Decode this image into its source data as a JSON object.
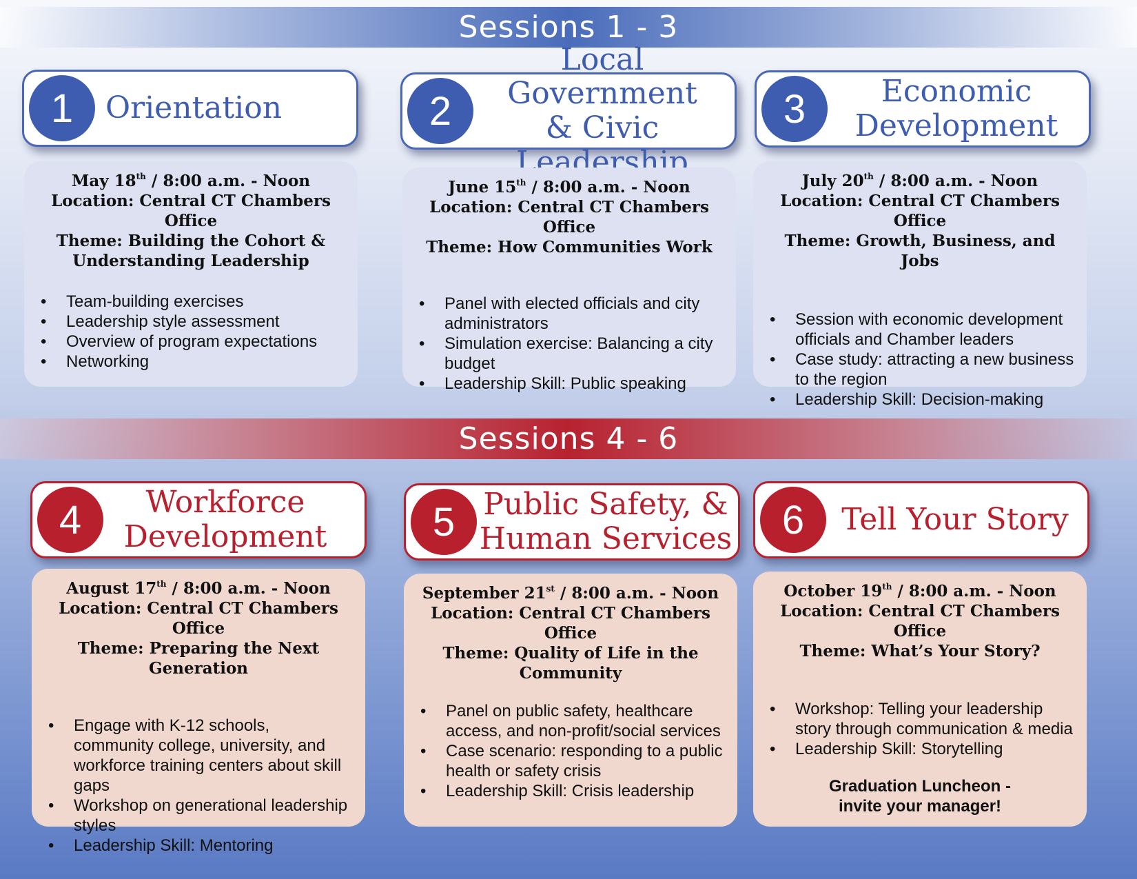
{
  "bands": {
    "top": "Sessions 1 - 3",
    "bottom": "Sessions 4 - 6"
  },
  "sessions": [
    {
      "number": "1",
      "title": [
        "Orientation"
      ],
      "date": "May 18",
      "date_suffix": "th",
      "time": " / 8:00 a.m. - Noon",
      "location": "Location: Central CT Chambers Office",
      "theme": [
        "Theme: Building the Cohort &",
        "Understanding Leadership"
      ],
      "bullets": [
        "Team-building exercises",
        "Leadership style assessment",
        "Overview of program expectations",
        "Networking"
      ]
    },
    {
      "number": "2",
      "title": [
        "Local Government",
        "& Civic Leadership"
      ],
      "date": "June 15",
      "date_suffix": "th",
      "time": " / 8:00 a.m. - Noon",
      "location": "Location: Central CT Chambers Office",
      "theme": [
        "Theme: How Communities Work"
      ],
      "bullets": [
        "Panel with elected officials and city administrators",
        "Simulation exercise: Balancing a city budget",
        "Leadership Skill: Public speaking"
      ]
    },
    {
      "number": "3",
      "title": [
        "Economic",
        "Development"
      ],
      "date": "July 20",
      "date_suffix": "th",
      "time": " / 8:00 a.m. - Noon",
      "location": "Location: Central CT Chambers Office",
      "theme": [
        "Theme: Growth, Business, and Jobs"
      ],
      "bullets": [
        "Session with economic development officials and Chamber leaders",
        "Case study: attracting a new business to the region",
        "Leadership Skill: Decision-making"
      ]
    },
    {
      "number": "4",
      "title": [
        "Workforce",
        "Development"
      ],
      "date": "August 17",
      "date_suffix": "th",
      "time": " / 8:00 a.m. - Noon",
      "location": "Location: Central CT Chambers Office",
      "theme": [
        "Theme: Preparing the Next Generation"
      ],
      "bullets": [
        "Engage with K-12 schools, community college, university, and workforce training centers about skill gaps",
        "Workshop on generational leadership styles",
        "Leadership Skill: Mentoring"
      ]
    },
    {
      "number": "5",
      "title": [
        "Public Safety, &",
        "Human Services"
      ],
      "date": "September 21",
      "date_suffix": "st",
      "time": " / 8:00 a.m. - Noon",
      "location": "Location: Central CT Chambers Office",
      "theme": [
        "Theme: Quality of Life in the",
        "Community"
      ],
      "bullets": [
        "Panel on public safety, healthcare access, and non-profit/social services",
        "Case scenario: responding to a public health or safety crisis",
        "Leadership Skill: Crisis leadership"
      ]
    },
    {
      "number": "6",
      "title": [
        "Tell Your Story"
      ],
      "date": "October 19",
      "date_suffix": "th",
      "time": " / 8:00 a.m. - Noon",
      "location": "Location: Central CT Chambers Office",
      "theme": [
        "Theme: What’s Your Story?"
      ],
      "bullets": [
        "Workshop: Telling your leadership story through communication & media",
        "Leadership Skill: Storytelling"
      ],
      "closing": [
        "Graduation Luncheon -",
        "invite your manager!"
      ]
    }
  ],
  "colors": {
    "blue_accent": "#3f5db0",
    "red_accent": "#b8202e",
    "blue_card": "#dde1f1",
    "red_card": "#f0d8cf"
  }
}
